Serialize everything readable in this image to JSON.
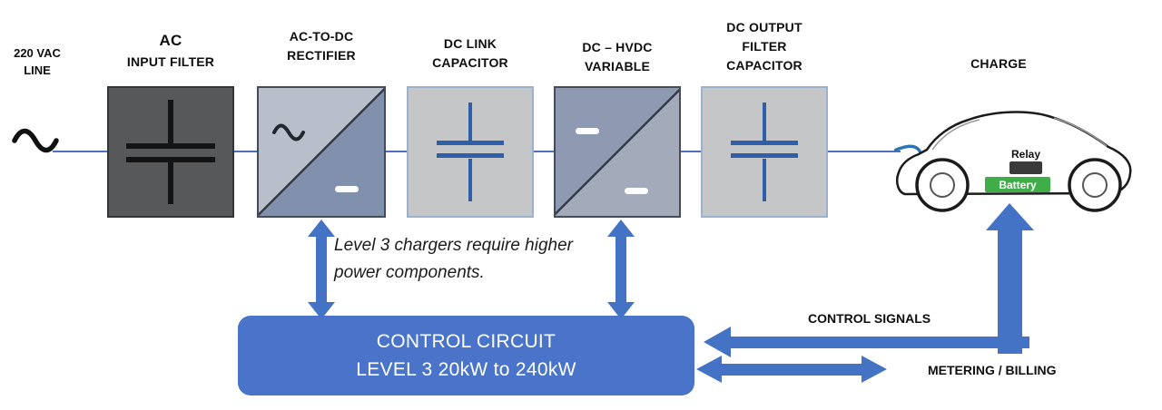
{
  "source": {
    "line1": "220 VAC",
    "line2": "LINE"
  },
  "blocks": [
    {
      "id": "ac-input-filter",
      "label": [
        "AC",
        "INPUT FILTER"
      ]
    },
    {
      "id": "ac-to-dc-rectifier",
      "label": [
        "AC-TO-DC",
        "RECTIFIER"
      ]
    },
    {
      "id": "dc-link-capacitor",
      "label": [
        "DC  LINK",
        "CAPACITOR"
      ]
    },
    {
      "id": "dc-hvdc-variable",
      "label": [
        "DC – HVDC",
        "VARIABLE"
      ]
    },
    {
      "id": "dc-output-filter-capacitor",
      "label": [
        "DC OUTPUT",
        "FILTER",
        "CAPACITOR"
      ]
    }
  ],
  "charge_label": "CHARGE",
  "car": {
    "relay_label": "Relay",
    "battery_label": "Battery"
  },
  "note": {
    "line1": "Level 3 chargers require higher",
    "line2": "power components."
  },
  "control_box": {
    "line1": "CONTROL CIRCUIT",
    "line2": "LEVEL 3 20kW to 240kW"
  },
  "annotations": {
    "control_signals": "CONTROL SIGNALS",
    "metering_billing": "METERING / BILLING"
  },
  "colors": {
    "accent_blue": "#4472c4",
    "capacitor_blue": "#2e5fa8",
    "input_filter_gray": "#57585a",
    "capacitor_box_gray": "#c5c6c8",
    "rectifier_light": "#b9bfca",
    "rectifier_dark": "#8191ad",
    "hvdc_dark": "#8e9ab1",
    "hvdc_light": "#a3abbb",
    "control_box_blue": "#4a74c9",
    "battery_green": "#3fae49",
    "relay_dark": "#3a3a3a",
    "cable_blue": "#2e75b6"
  }
}
